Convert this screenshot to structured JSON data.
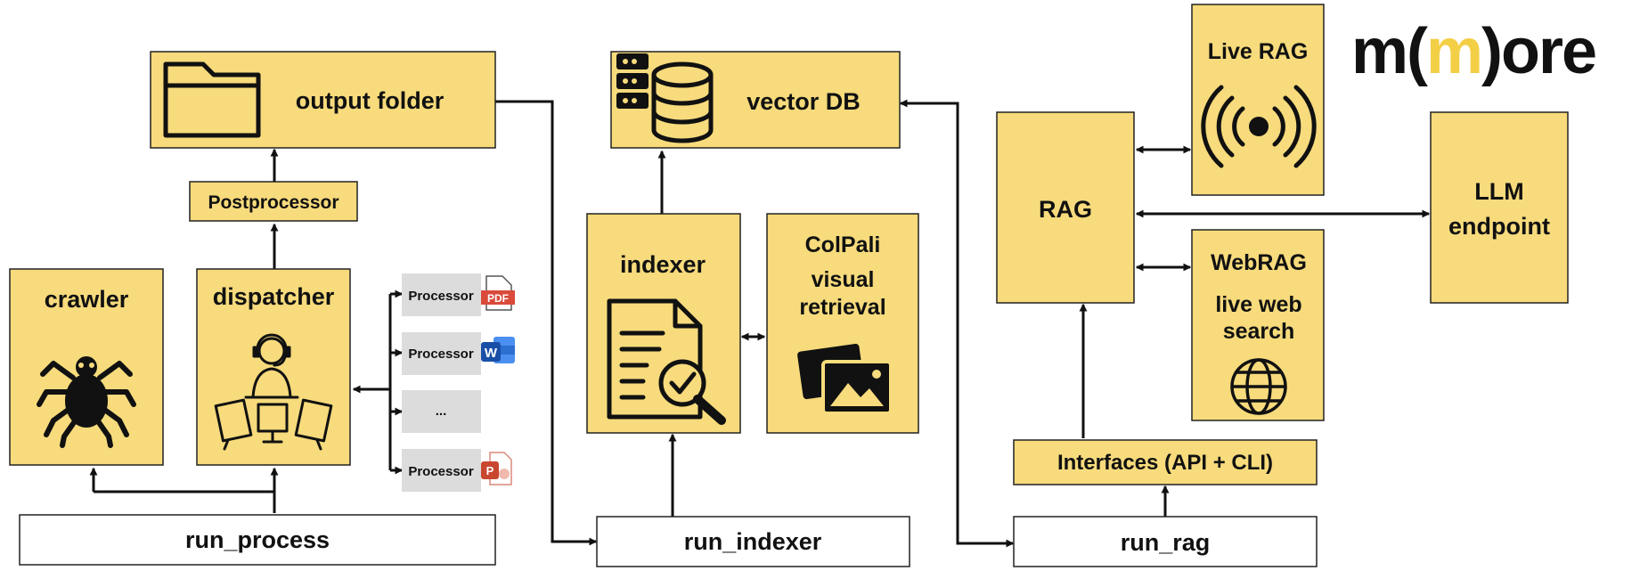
{
  "colors": {
    "box_fill": "#f7db7c",
    "box_stroke": "#222222",
    "gray_fill": "#dcdcdc",
    "brand_black": "#111111",
    "brand_yellow": "#f3cf45"
  },
  "logo": {
    "text_m1": "m",
    "text_paren_open": "(",
    "text_m2": "m",
    "text_paren_close": ")",
    "text_ore": "ore"
  },
  "boxes": {
    "output_folder": "output folder",
    "postprocessor": "Postprocessor",
    "crawler": "crawler",
    "dispatcher": "dispatcher",
    "run_process": "run_process",
    "vector_db": "vector DB",
    "indexer": "indexer",
    "colpali_line1": "ColPali",
    "colpali_line2": "visual",
    "colpali_line3": "retrieval",
    "run_indexer": "run_indexer",
    "rag": "RAG",
    "live_rag": "Live RAG",
    "webrag": "WebRAG",
    "webrag_line2": "live web",
    "webrag_line3": "search",
    "llm_line1": "LLM",
    "llm_line2": "endpoint",
    "interfaces": "Interfaces (API + CLI)",
    "run_rag": "run_rag"
  },
  "processors": [
    {
      "label": "Processor",
      "badge": "PDF",
      "icon": "pdf-file-icon"
    },
    {
      "label": "Processor",
      "badge": "W",
      "icon": "word-file-icon"
    },
    {
      "label": "...",
      "badge": "",
      "icon": ""
    },
    {
      "label": "Processor",
      "badge": "P",
      "icon": "powerpoint-file-icon"
    }
  ]
}
